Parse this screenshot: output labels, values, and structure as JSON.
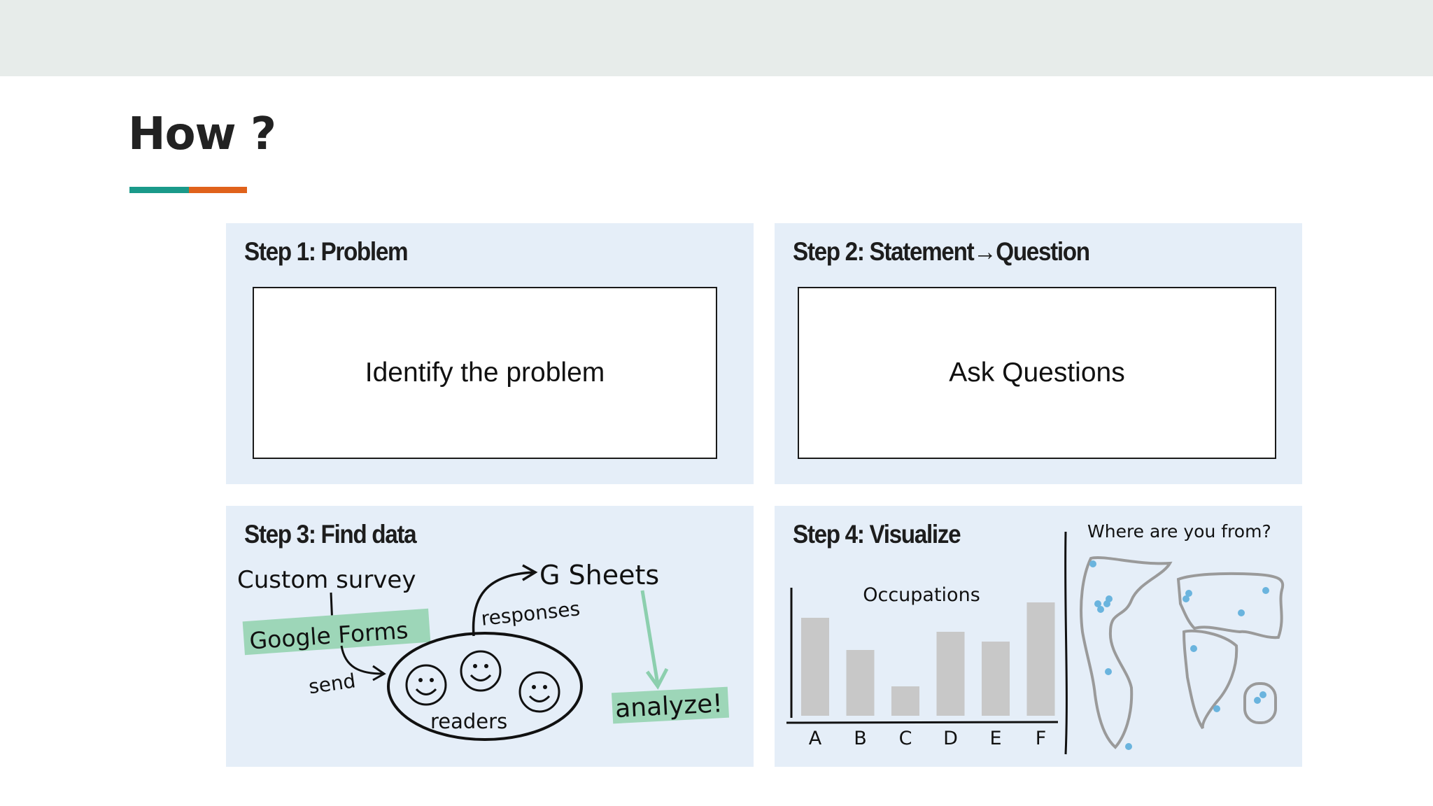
{
  "slide": {
    "title": "How ?",
    "accent_colors": {
      "teal": "#1a9a8a",
      "orange": "#e0621b"
    }
  },
  "steps": [
    {
      "title": "Step 1: Problem",
      "box_text": "Identify the problem"
    },
    {
      "title": "Step 2: Statement→Question",
      "box_text": "Ask Questions"
    },
    {
      "title": "Step 3: Find data",
      "sketch": {
        "custom_survey": "Custom survey",
        "google_forms": "Google Forms",
        "send": "send",
        "readers": "readers",
        "responses": "responses",
        "g_sheets": "G Sheets",
        "analyze": "analyze!"
      }
    },
    {
      "title": "Step 4: Visualize",
      "sketch": {
        "map_title": "Where are you from?"
      }
    }
  ],
  "chart_data": {
    "type": "bar",
    "title": "Occupations",
    "categories": [
      "A",
      "B",
      "C",
      "D",
      "E",
      "F"
    ],
    "values": [
      70,
      47,
      21,
      60,
      53,
      81
    ],
    "ylim": [
      0,
      90
    ],
    "bar_color": "#c8c8c8"
  }
}
